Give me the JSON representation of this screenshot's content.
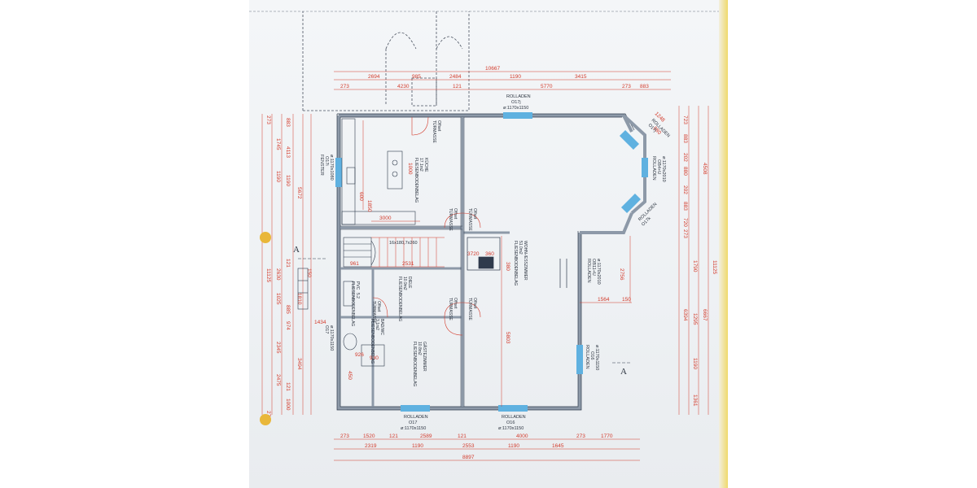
{
  "dims_top": {
    "overall": "10667",
    "row1": [
      "2694",
      "985",
      "2484",
      "1190",
      "3415"
    ],
    "row2": [
      "273",
      "4230",
      "121",
      "5770",
      "273",
      "883"
    ]
  },
  "dims_bottom": {
    "row1": [
      "273",
      "1520",
      "121",
      "2589",
      "121",
      "4000",
      "273",
      "1770"
    ],
    "row2": [
      "2319",
      "1190",
      "2553",
      "1190",
      "1645"
    ],
    "overall": "8897"
  },
  "dims_left": {
    "overall": "11125",
    "row_a": [
      "1745",
      "1190",
      "5672",
      "1810",
      "3494"
    ],
    "row_b": [
      "4113",
      "1190",
      "2630",
      "1025",
      "2345",
      "2475"
    ],
    "row_c": [
      "273",
      "883",
      "121",
      "150",
      "885",
      "974",
      "121",
      "1000",
      "273"
    ]
  },
  "dims_right": {
    "overall": "11125",
    "row_a": [
      "4508",
      "6667"
    ],
    "row_b": [
      "1790",
      "1295",
      "1190",
      "1361"
    ],
    "row_c": [
      "723",
      "883",
      "202",
      "880",
      "202",
      "883",
      "720",
      "273",
      "6394"
    ]
  },
  "dims_inner": {
    "kitchen_counter": "1850",
    "kitchen_width": "3000",
    "kitchen_depth": "600",
    "kitchen_side": "1000",
    "stair_run": "2531",
    "stair_step": "961",
    "stair_spec": "16x180,7x260",
    "wall_3720": "3720",
    "wall_360": "360",
    "living_depth": "5803",
    "wz_380": "380",
    "bath_926": "926",
    "bath_1434": "1434",
    "bath_450": "450",
    "bath_930": "930",
    "bay_2756": "2756",
    "bay_1564": "1564",
    "bay_150": "150",
    "bay_1248": "1248",
    "bay_880": "880"
  },
  "windows": {
    "north": {
      "label": "ROLLADEN",
      "id": "O17j",
      "size": "ø:1170x1150"
    },
    "west": {
      "label": "FENSTER",
      "id": "O17i",
      "size": "ø:1170x1080"
    },
    "east": {
      "label": "ROLLADEN",
      "id": "O16",
      "size": "ø:1170x1150"
    },
    "south_left": {
      "label": "ROLLADEN",
      "id": "O17",
      "size": "ø:1170x1150"
    },
    "south_right": {
      "label": "ROLLADEN",
      "id": "O16",
      "size": "ø:1170x1150"
    },
    "wc": {
      "id": "O17",
      "size": "ø:1170x1150"
    },
    "bay_door": {
      "label": "ROLLADEN",
      "id": "OB11+U",
      "size": "ø:1170x2010"
    },
    "bay_top": {
      "label": "ROLLADEN",
      "id": "O17j",
      "size": "ø:1170x1150"
    },
    "bay_mid": {
      "label": "ROLLADEN",
      "id": "OB4+U",
      "size": "ø:1170x2010"
    },
    "bay_bottom": {
      "label": "ROLLADEN",
      "id": "O17k",
      "size": "ø:1170x1150"
    }
  },
  "rooms": {
    "kitchen": {
      "name": "KÜCHE",
      "area": "17.1m2",
      "floor": "FLIESENBODENBELAG"
    },
    "living": {
      "name": "WOHN-/ESSZIMMER",
      "area": "51.0m2",
      "floor": "FLIESENBODENBELAG"
    },
    "hall": {
      "name": "DIELE",
      "area": "10.9m2",
      "floor": "FLIESENBODENBELAG"
    },
    "guest": {
      "name": "GÄSTEZIMMER",
      "area": "10.8m2",
      "floor": "FLIESENBODENBELAG"
    },
    "bath": {
      "name": "BAD/WC",
      "area": "3.1m2",
      "floor": "FLIESENBODENBELAG"
    },
    "pvc": {
      "name": "PVC",
      "area": "5.2",
      "floor": "FLIESENBODENBELAG"
    }
  },
  "doors": {
    "standard": "TÜRMASSE",
    "offset": "Offset"
  },
  "section_marks": [
    "A",
    "A"
  ],
  "colors": {
    "wall": "#8d99a8",
    "wall_dark": "#2f3b4c",
    "dimension": "#d33a2a",
    "window": "#5fb1e0",
    "binder_hole": "#e9b73a",
    "paper_edge": "#efd96b"
  }
}
